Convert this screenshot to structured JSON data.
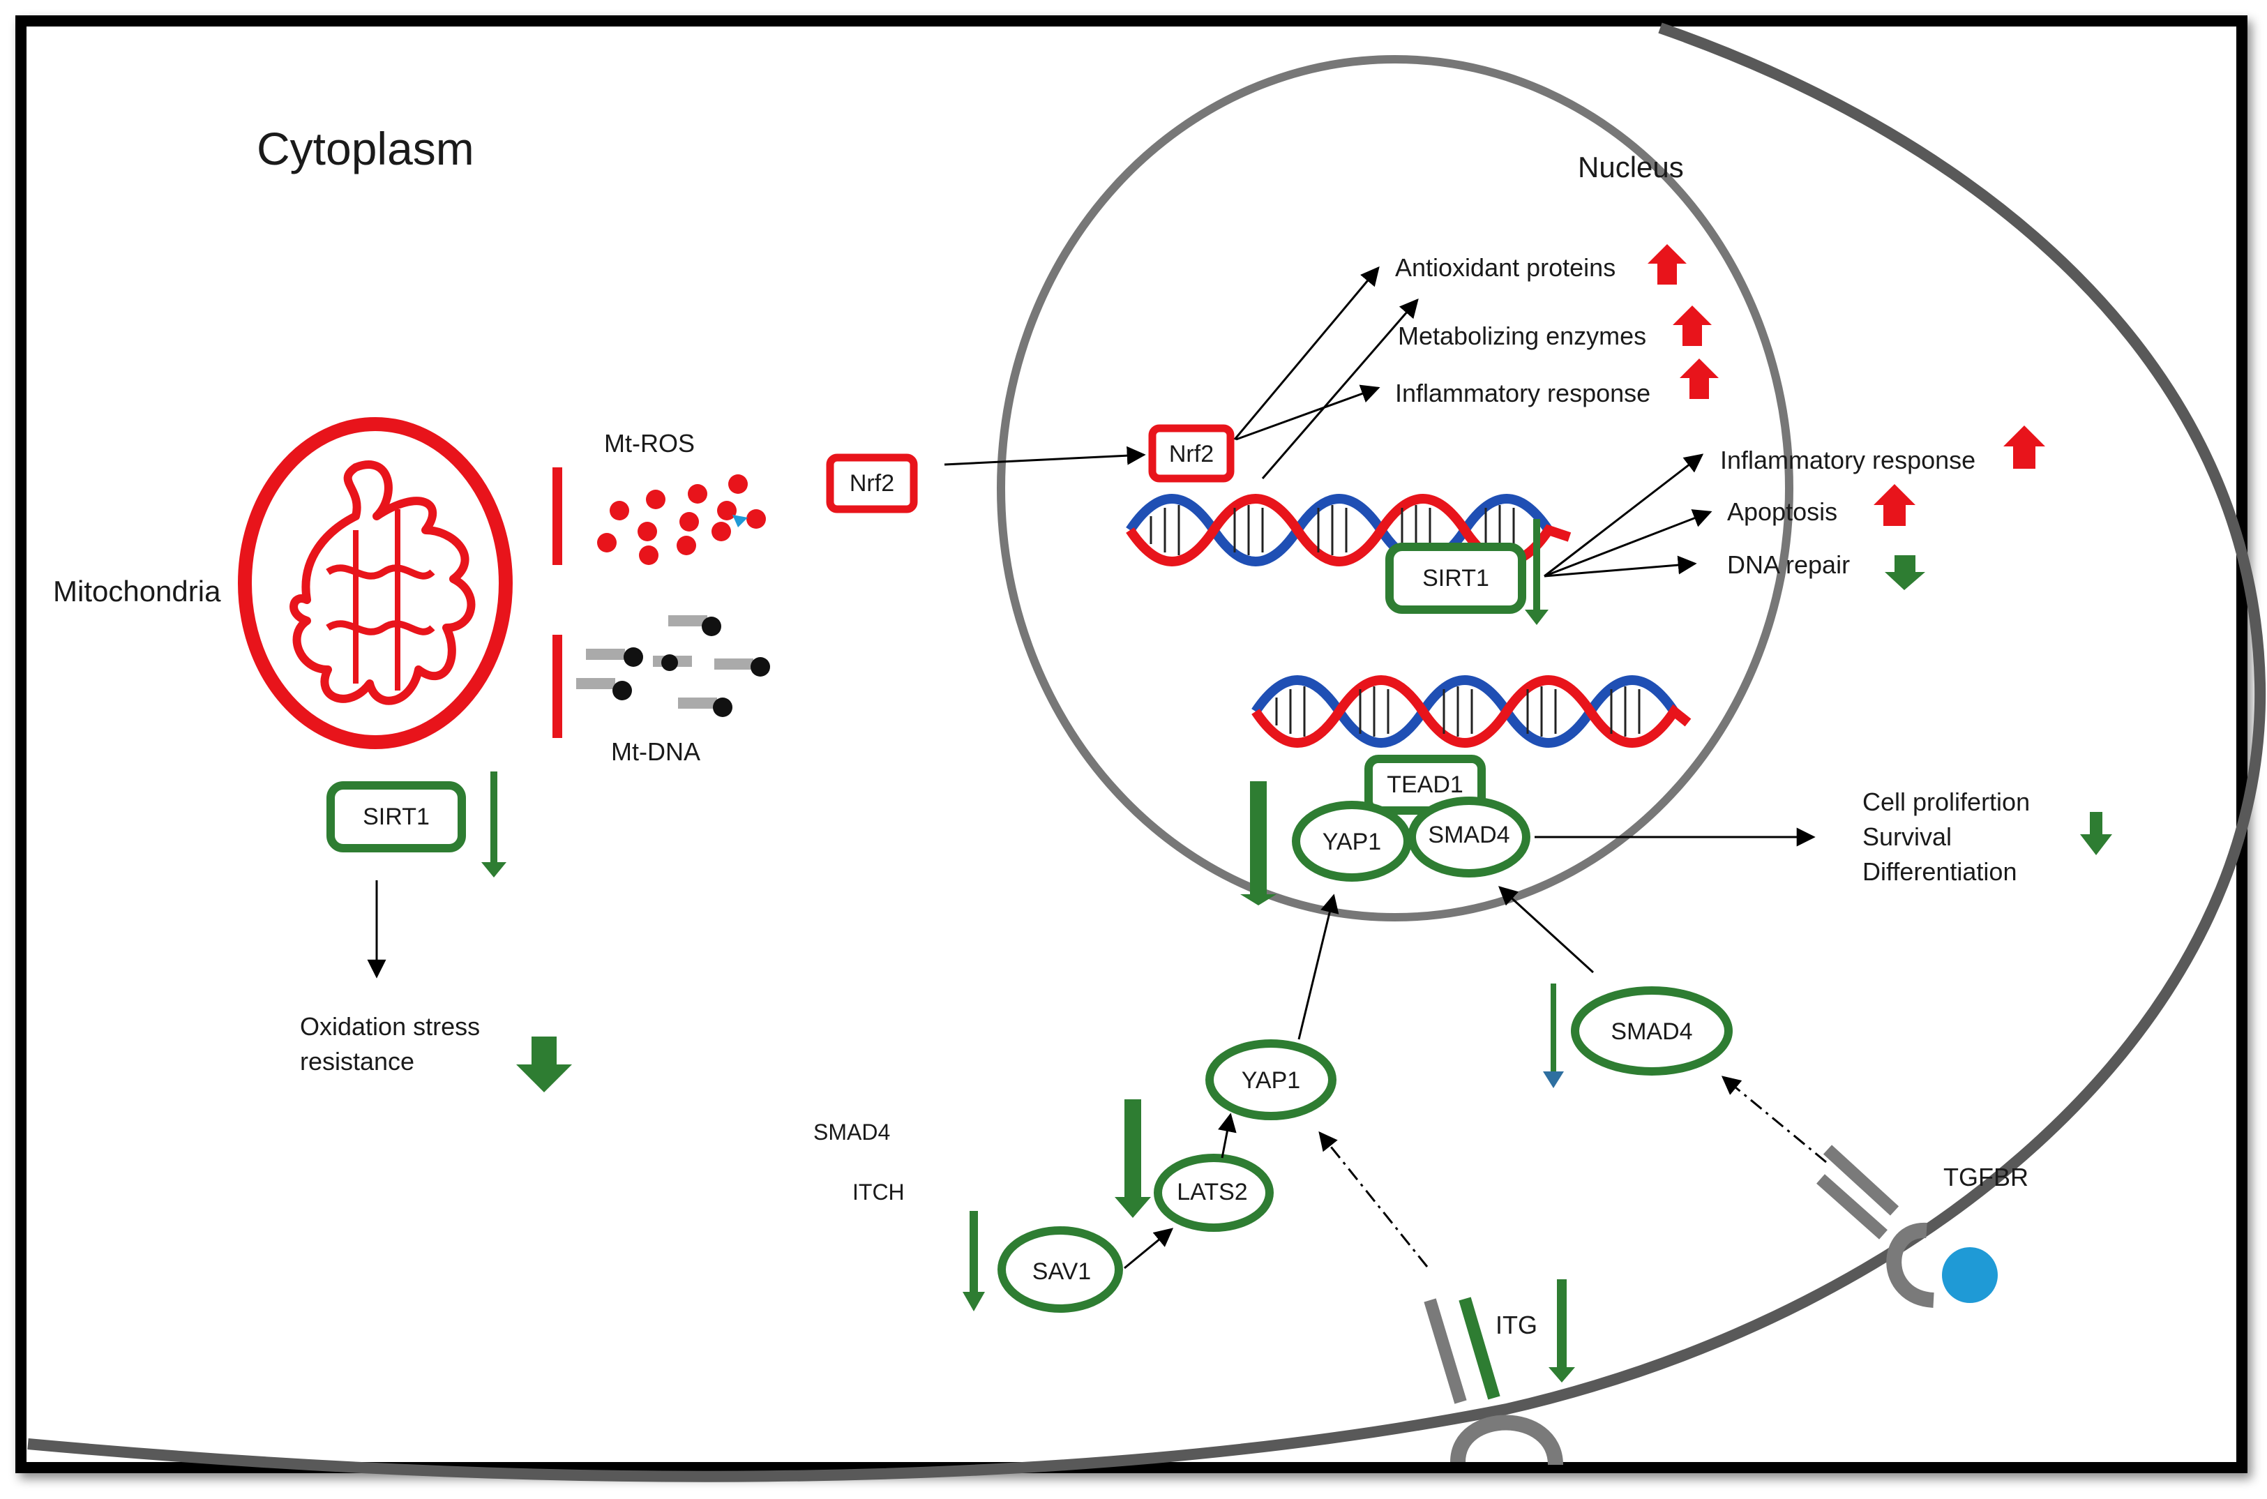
{
  "labels": {
    "cytoplasm": "Cytoplasm",
    "nucleus": "Nucleus",
    "mitochondria": "Mitochondria",
    "mt_ros": "Mt-ROS",
    "mt_dna": "Mt-DNA",
    "oxidation_stress_1": "Oxidation stress",
    "oxidation_stress_2": "resistance",
    "smad4_text": "SMAD4",
    "itch_text": "ITCH",
    "tgfbr": "TGFBR",
    "itg": "ITG"
  },
  "boxes": {
    "nrf2_cyto": "Nrf2",
    "nrf2_nuc": "Nrf2",
    "sirt1_cyto": "SIRT1",
    "sirt1_nuc": "SIRT1",
    "tead1": "TEAD1",
    "yap1_nuc": "YAP1",
    "smad4_nuc": "SMAD4",
    "yap1_cyto": "YAP1",
    "smad4_cyto": "SMAD4",
    "lats2": "LATS2",
    "sav1": "SAV1"
  },
  "nrf2_targets": [
    "Antioxidant proteins",
    "Metabolizing enzymes",
    "Inflammatory response"
  ],
  "sirt1_targets": [
    "Inflammatory response",
    "Apoptosis",
    "DNA repair"
  ],
  "hippo_outcomes": [
    "Cell prolifertion",
    "Survival",
    "Differentiation"
  ],
  "colors": {
    "red": "#e8141b",
    "green": "#2e7d32",
    "grey": "#6e6e6e",
    "blue": "#1f4fb4",
    "receptor_ball": "#1f9ad6"
  }
}
